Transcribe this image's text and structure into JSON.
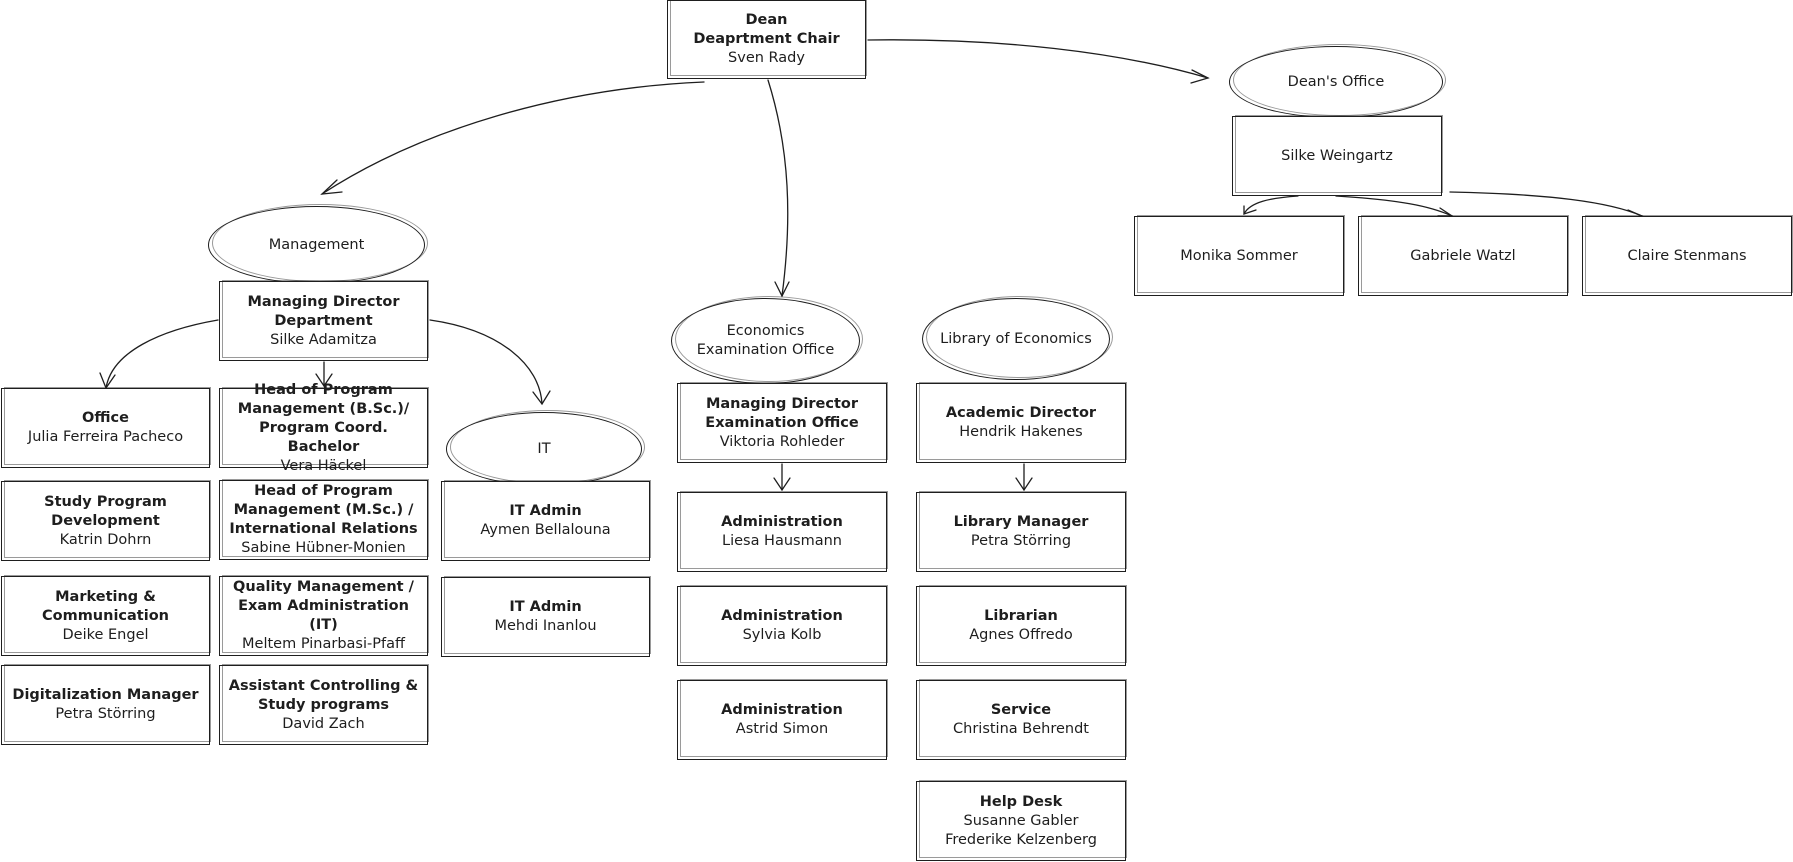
{
  "dean": {
    "title1": "Dean",
    "title2": "Deaprtment Chair",
    "name": "Sven Rady"
  },
  "deans_office": {
    "label": "Dean's Office",
    "head": "Silke Weingartz",
    "staff": [
      "Monika Sommer",
      "Gabriele Watzl",
      "Claire Stenmans"
    ]
  },
  "management": {
    "label": "Management",
    "director": {
      "title": "Managing Director Department",
      "name": "Silke Adamitza"
    },
    "office": [
      {
        "title": "Office",
        "name": "Julia Ferreira Pacheco"
      },
      {
        "title": "Study Program Development",
        "name": "Katrin Dohrn"
      },
      {
        "title": "Marketing & Communication",
        "name": "Deike Engel"
      },
      {
        "title": "Digitalization Manager",
        "name": "Petra Störring"
      }
    ],
    "programs": [
      {
        "title": "Head of Program Management (B.Sc.)/ Program Coord. Bachelor",
        "name": "Vera Häckel"
      },
      {
        "title": "Head of Program Management (M.Sc.) / International Relations",
        "name": "Sabine Hübner-Monien"
      },
      {
        "title": "Quality Management / Exam Administration (IT)",
        "name": "Meltem Pinarbasi-Pfaff"
      },
      {
        "title": "Assistant Controlling & Study programs",
        "name": "David Zach"
      }
    ]
  },
  "it": {
    "label": "IT",
    "staff": [
      {
        "title": "IT Admin",
        "name": "Aymen Bellalouna"
      },
      {
        "title": "IT Admin",
        "name": "Mehdi Inanlou"
      }
    ]
  },
  "exam_office": {
    "label": "Economics Examination Office",
    "director": {
      "title": "Managing Director Examination Office",
      "name": "Viktoria Rohleder"
    },
    "staff": [
      {
        "title": "Administration",
        "name": "Liesa Hausmann"
      },
      {
        "title": "Administration",
        "name": "Sylvia Kolb"
      },
      {
        "title": "Administration",
        "name": "Astrid Simon"
      }
    ]
  },
  "library": {
    "label": "Library of Economics",
    "director": {
      "title": "Academic Director",
      "name": "Hendrik Hakenes"
    },
    "staff": [
      {
        "title": "Library Manager",
        "name": "Petra Störring"
      },
      {
        "title": "Librarian",
        "name": "Agnes Offredo"
      },
      {
        "title": "Service",
        "name": "Christina Behrendt"
      }
    ],
    "help_desk": {
      "title": "Help Desk",
      "name1": "Susanne Gabler",
      "name2": "Frederike Kelzenberg"
    }
  }
}
